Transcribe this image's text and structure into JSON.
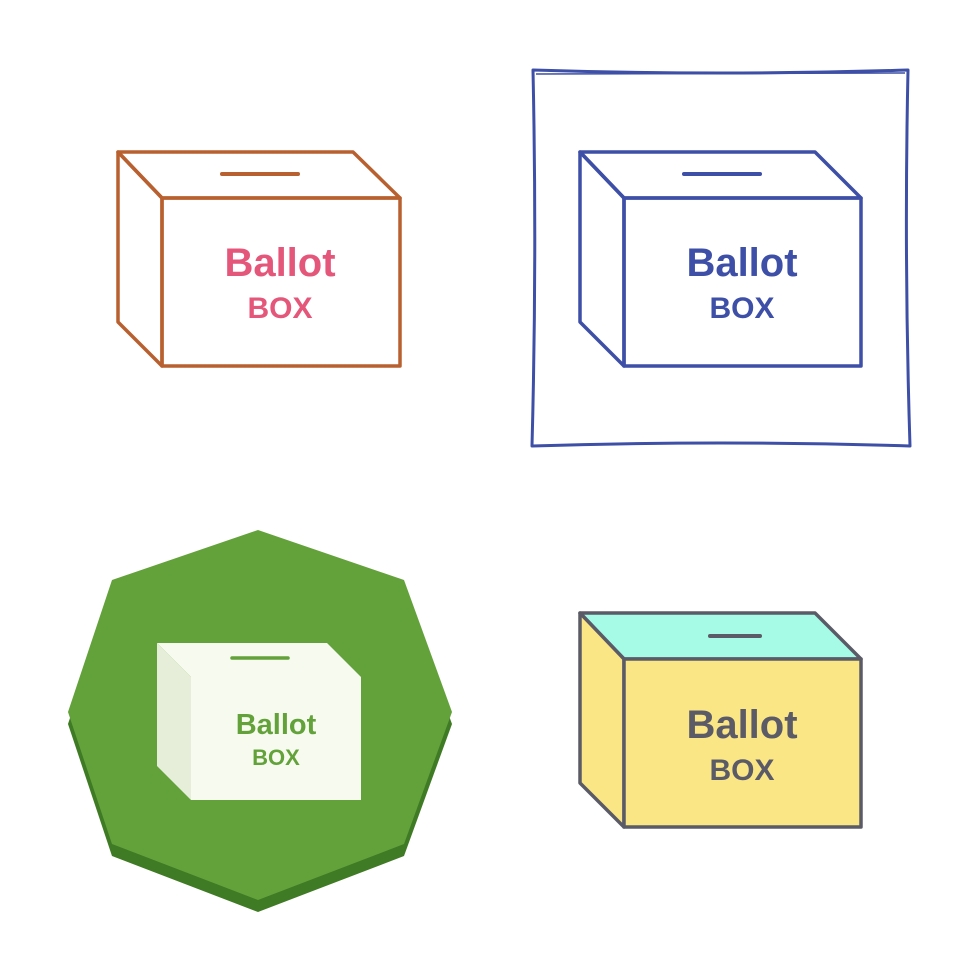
{
  "icons": [
    {
      "style": "line",
      "word_top": "Ballot",
      "word_bottom": "BOX",
      "colors": {
        "stroke": "#b8602f",
        "text": "#e4567a"
      }
    },
    {
      "style": "sketch",
      "word_top": "Ballot",
      "word_bottom": "BOX",
      "colors": {
        "stroke": "#3d4fa6",
        "text": "#3d4fa6",
        "frame": "#3d4fa6"
      }
    },
    {
      "style": "glyph",
      "word_top": "Ballot",
      "word_bottom": "BOX",
      "colors": {
        "badge": "#63a23a",
        "badge_shadow": "#3f7a24",
        "box_fill": "#f7fbef",
        "box_side": "#e6edd8",
        "text": "#63a23a"
      }
    },
    {
      "style": "flat-color",
      "word_top": "Ballot",
      "word_bottom": "BOX",
      "colors": {
        "stroke": "#5b5b67",
        "front_fill": "#fbe686",
        "top_fill": "#a6fbe6",
        "text": "#5b5b67"
      }
    }
  ]
}
